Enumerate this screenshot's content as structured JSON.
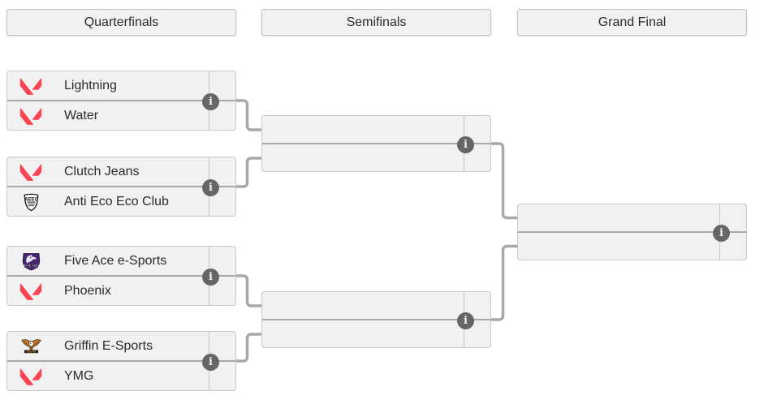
{
  "colors": {
    "valorant_red": "#fa4454",
    "connector_gray": "#a8a8a8",
    "info_icon_bg": "#666666",
    "box_bg": "#f1f1f1",
    "box_border": "#c8c8c8",
    "text": "#2b2b2b"
  },
  "icons": {
    "info_glyph": "i"
  },
  "columns": [
    {
      "id": "quarterfinals",
      "label": "Quarterfinals"
    },
    {
      "id": "semifinals",
      "label": "Semifinals"
    },
    {
      "id": "grand-final",
      "label": "Grand Final"
    }
  ],
  "matches": [
    {
      "id": "qf1",
      "round": "quarterfinals",
      "teams": [
        {
          "name": "Lightning",
          "logo": "valorant-logo-icon"
        },
        {
          "name": "Water",
          "logo": "valorant-logo-icon"
        }
      ]
    },
    {
      "id": "qf2",
      "round": "quarterfinals",
      "teams": [
        {
          "name": "Clutch Jeans",
          "logo": "valorant-logo-icon"
        },
        {
          "name": "Anti Eco Eco Club",
          "logo": "aeec-crest-logo-icon"
        }
      ]
    },
    {
      "id": "qf3",
      "round": "quarterfinals",
      "teams": [
        {
          "name": "Five Ace e-Sports",
          "logo": "five-ace-logo-icon"
        },
        {
          "name": "Phoenix",
          "logo": "valorant-logo-icon"
        }
      ]
    },
    {
      "id": "qf4",
      "round": "quarterfinals",
      "teams": [
        {
          "name": "Griffin E-Sports",
          "logo": "griffin-logo-icon"
        },
        {
          "name": "YMG",
          "logo": "valorant-logo-icon"
        }
      ]
    },
    {
      "id": "sf1",
      "round": "semifinals",
      "teams": [
        {
          "name": "",
          "logo": null
        },
        {
          "name": "",
          "logo": null
        }
      ]
    },
    {
      "id": "sf2",
      "round": "semifinals",
      "teams": [
        {
          "name": "",
          "logo": null
        },
        {
          "name": "",
          "logo": null
        }
      ]
    },
    {
      "id": "gf1",
      "round": "grand-final",
      "teams": [
        {
          "name": "",
          "logo": null
        },
        {
          "name": "",
          "logo": null
        }
      ]
    }
  ]
}
